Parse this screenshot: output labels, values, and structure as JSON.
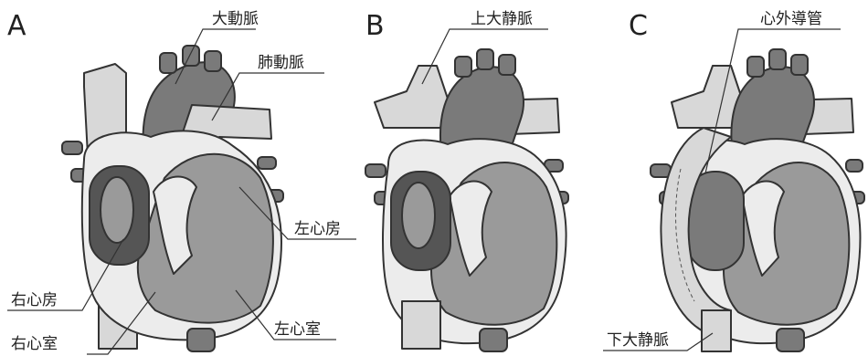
{
  "panels": [
    {
      "letter": "A",
      "labels": {
        "aorta": "大動脈",
        "pulmonary_artery": "肺動脈",
        "left_atrium": "左心房",
        "right_atrium": "右心房",
        "left_ventricle": "左心室",
        "right_ventricle": "右心室"
      }
    },
    {
      "letter": "B",
      "labels": {
        "superior_vena_cava": "上大静脈"
      }
    },
    {
      "letter": "C",
      "labels": {
        "extracardiac_conduit": "心外導管",
        "inferior_vena_cava": "下大静脈"
      }
    }
  ],
  "colors": {
    "vessel_light": "#d8d8d8",
    "vessel_dark": "#7a7a7a",
    "chamber_mid": "#9a9a9a",
    "atrium_dark": "#555555",
    "wall": "#ececec",
    "outline": "#333333"
  }
}
